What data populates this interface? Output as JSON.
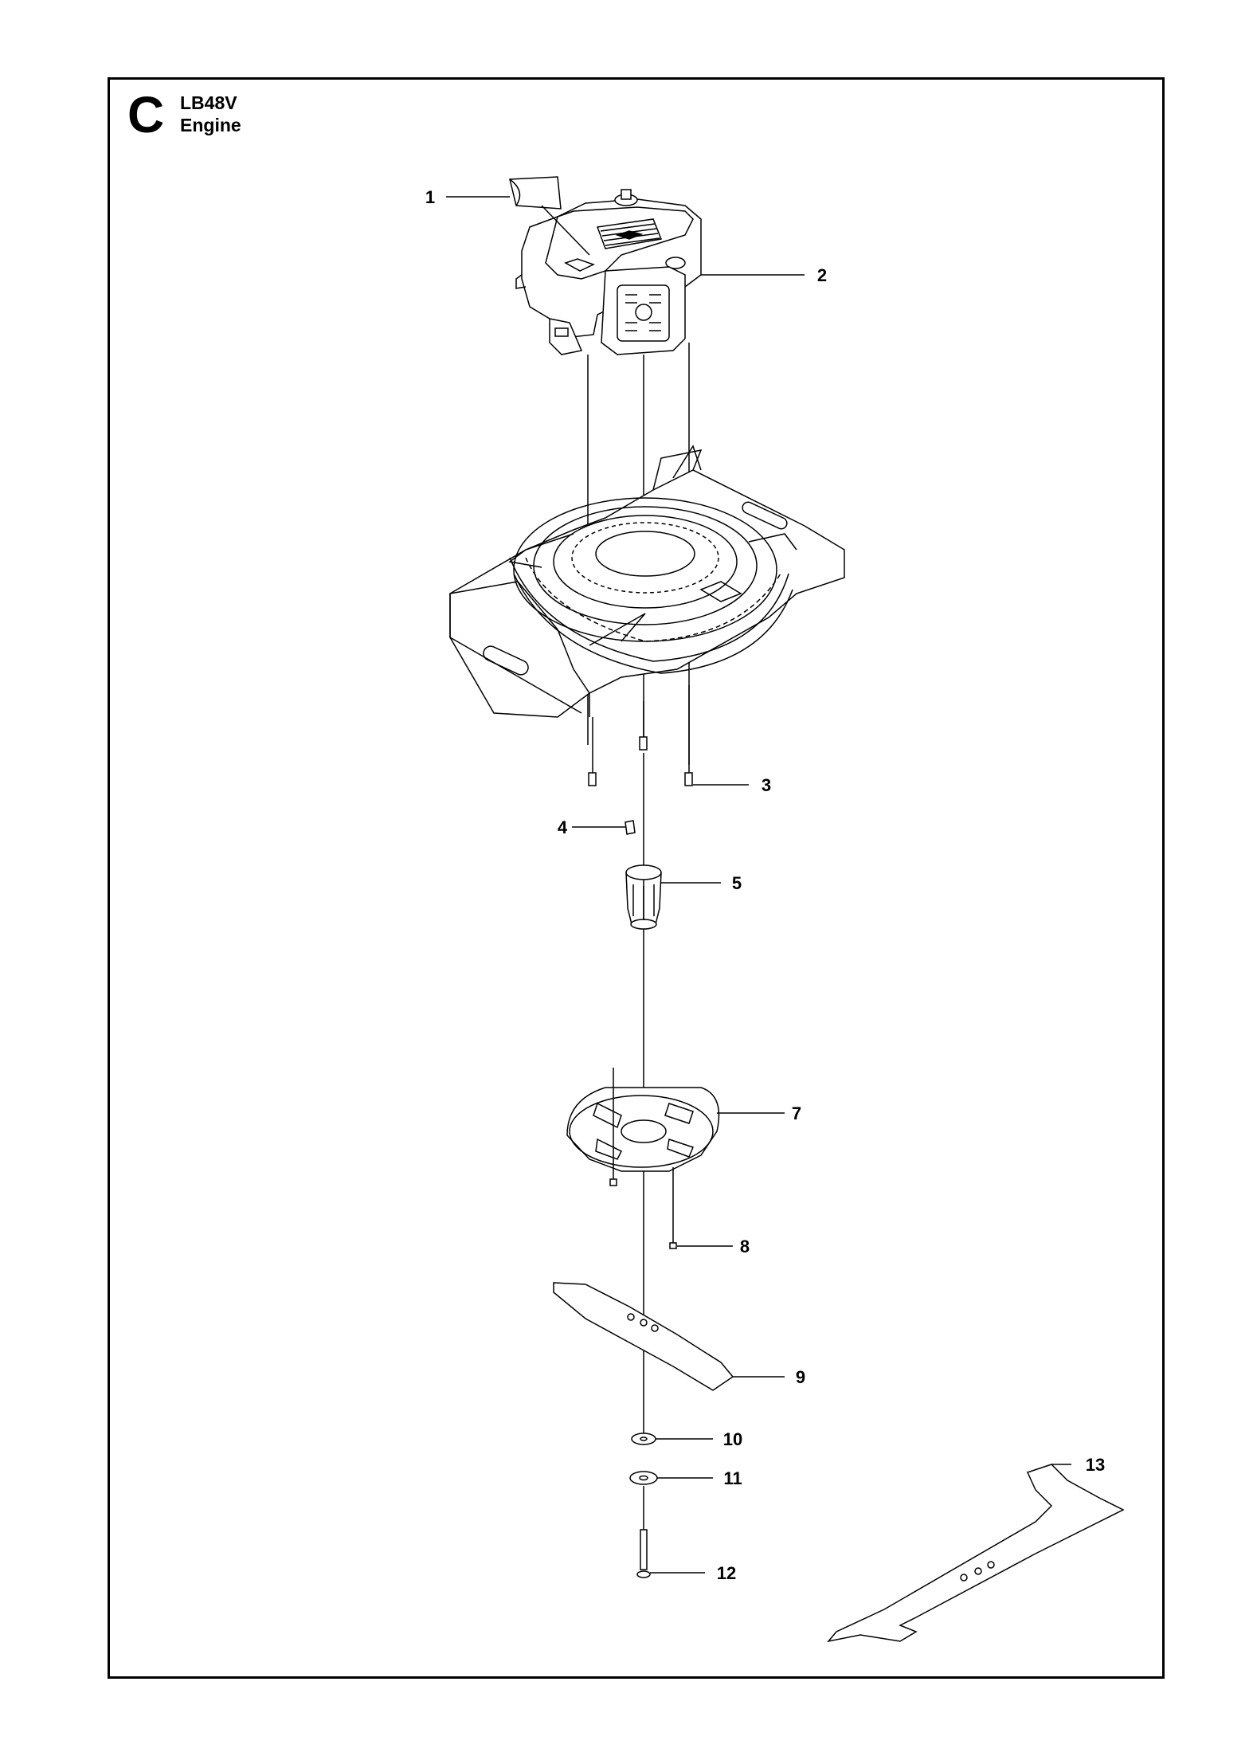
{
  "header": {
    "section_letter": "C",
    "model": "LB48V",
    "subtitle": "Engine"
  },
  "callouts": [
    {
      "id": "1",
      "label": "1"
    },
    {
      "id": "2",
      "label": "2"
    },
    {
      "id": "3",
      "label": "3"
    },
    {
      "id": "4",
      "label": "4"
    },
    {
      "id": "5",
      "label": "5"
    },
    {
      "id": "7",
      "label": "7"
    },
    {
      "id": "8",
      "label": "8"
    },
    {
      "id": "9",
      "label": "9"
    },
    {
      "id": "10",
      "label": "10"
    },
    {
      "id": "11",
      "label": "11"
    },
    {
      "id": "12",
      "label": "12"
    },
    {
      "id": "13",
      "label": "13"
    }
  ]
}
